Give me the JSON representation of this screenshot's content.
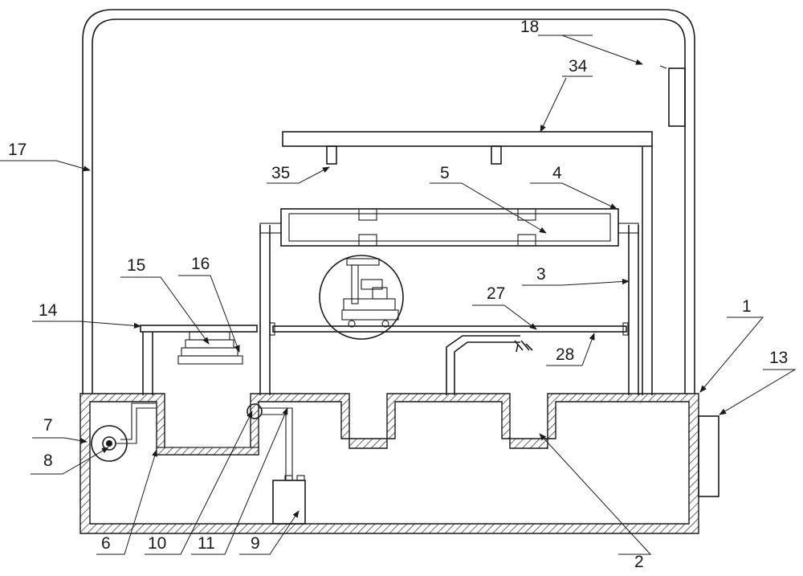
{
  "diagram": {
    "callouts": [
      {
        "id": "c1",
        "label": "1"
      },
      {
        "id": "c2",
        "label": "2"
      },
      {
        "id": "c3",
        "label": "3"
      },
      {
        "id": "c4",
        "label": "4"
      },
      {
        "id": "c5",
        "label": "5"
      },
      {
        "id": "c6",
        "label": "6"
      },
      {
        "id": "c7",
        "label": "7"
      },
      {
        "id": "c8",
        "label": "8"
      },
      {
        "id": "c9",
        "label": "9"
      },
      {
        "id": "c10",
        "label": "10"
      },
      {
        "id": "c11",
        "label": "11"
      },
      {
        "id": "c13",
        "label": "13"
      },
      {
        "id": "c14",
        "label": "14"
      },
      {
        "id": "c15",
        "label": "15"
      },
      {
        "id": "c16",
        "label": "16"
      },
      {
        "id": "c17",
        "label": "17"
      },
      {
        "id": "c18",
        "label": "18"
      },
      {
        "id": "c27",
        "label": "27"
      },
      {
        "id": "c28",
        "label": "28"
      },
      {
        "id": "c34",
        "label": "34"
      },
      {
        "id": "c35",
        "label": "35"
      }
    ],
    "colors": {
      "line": "#1a1a1a",
      "background": "#ffffff"
    }
  }
}
